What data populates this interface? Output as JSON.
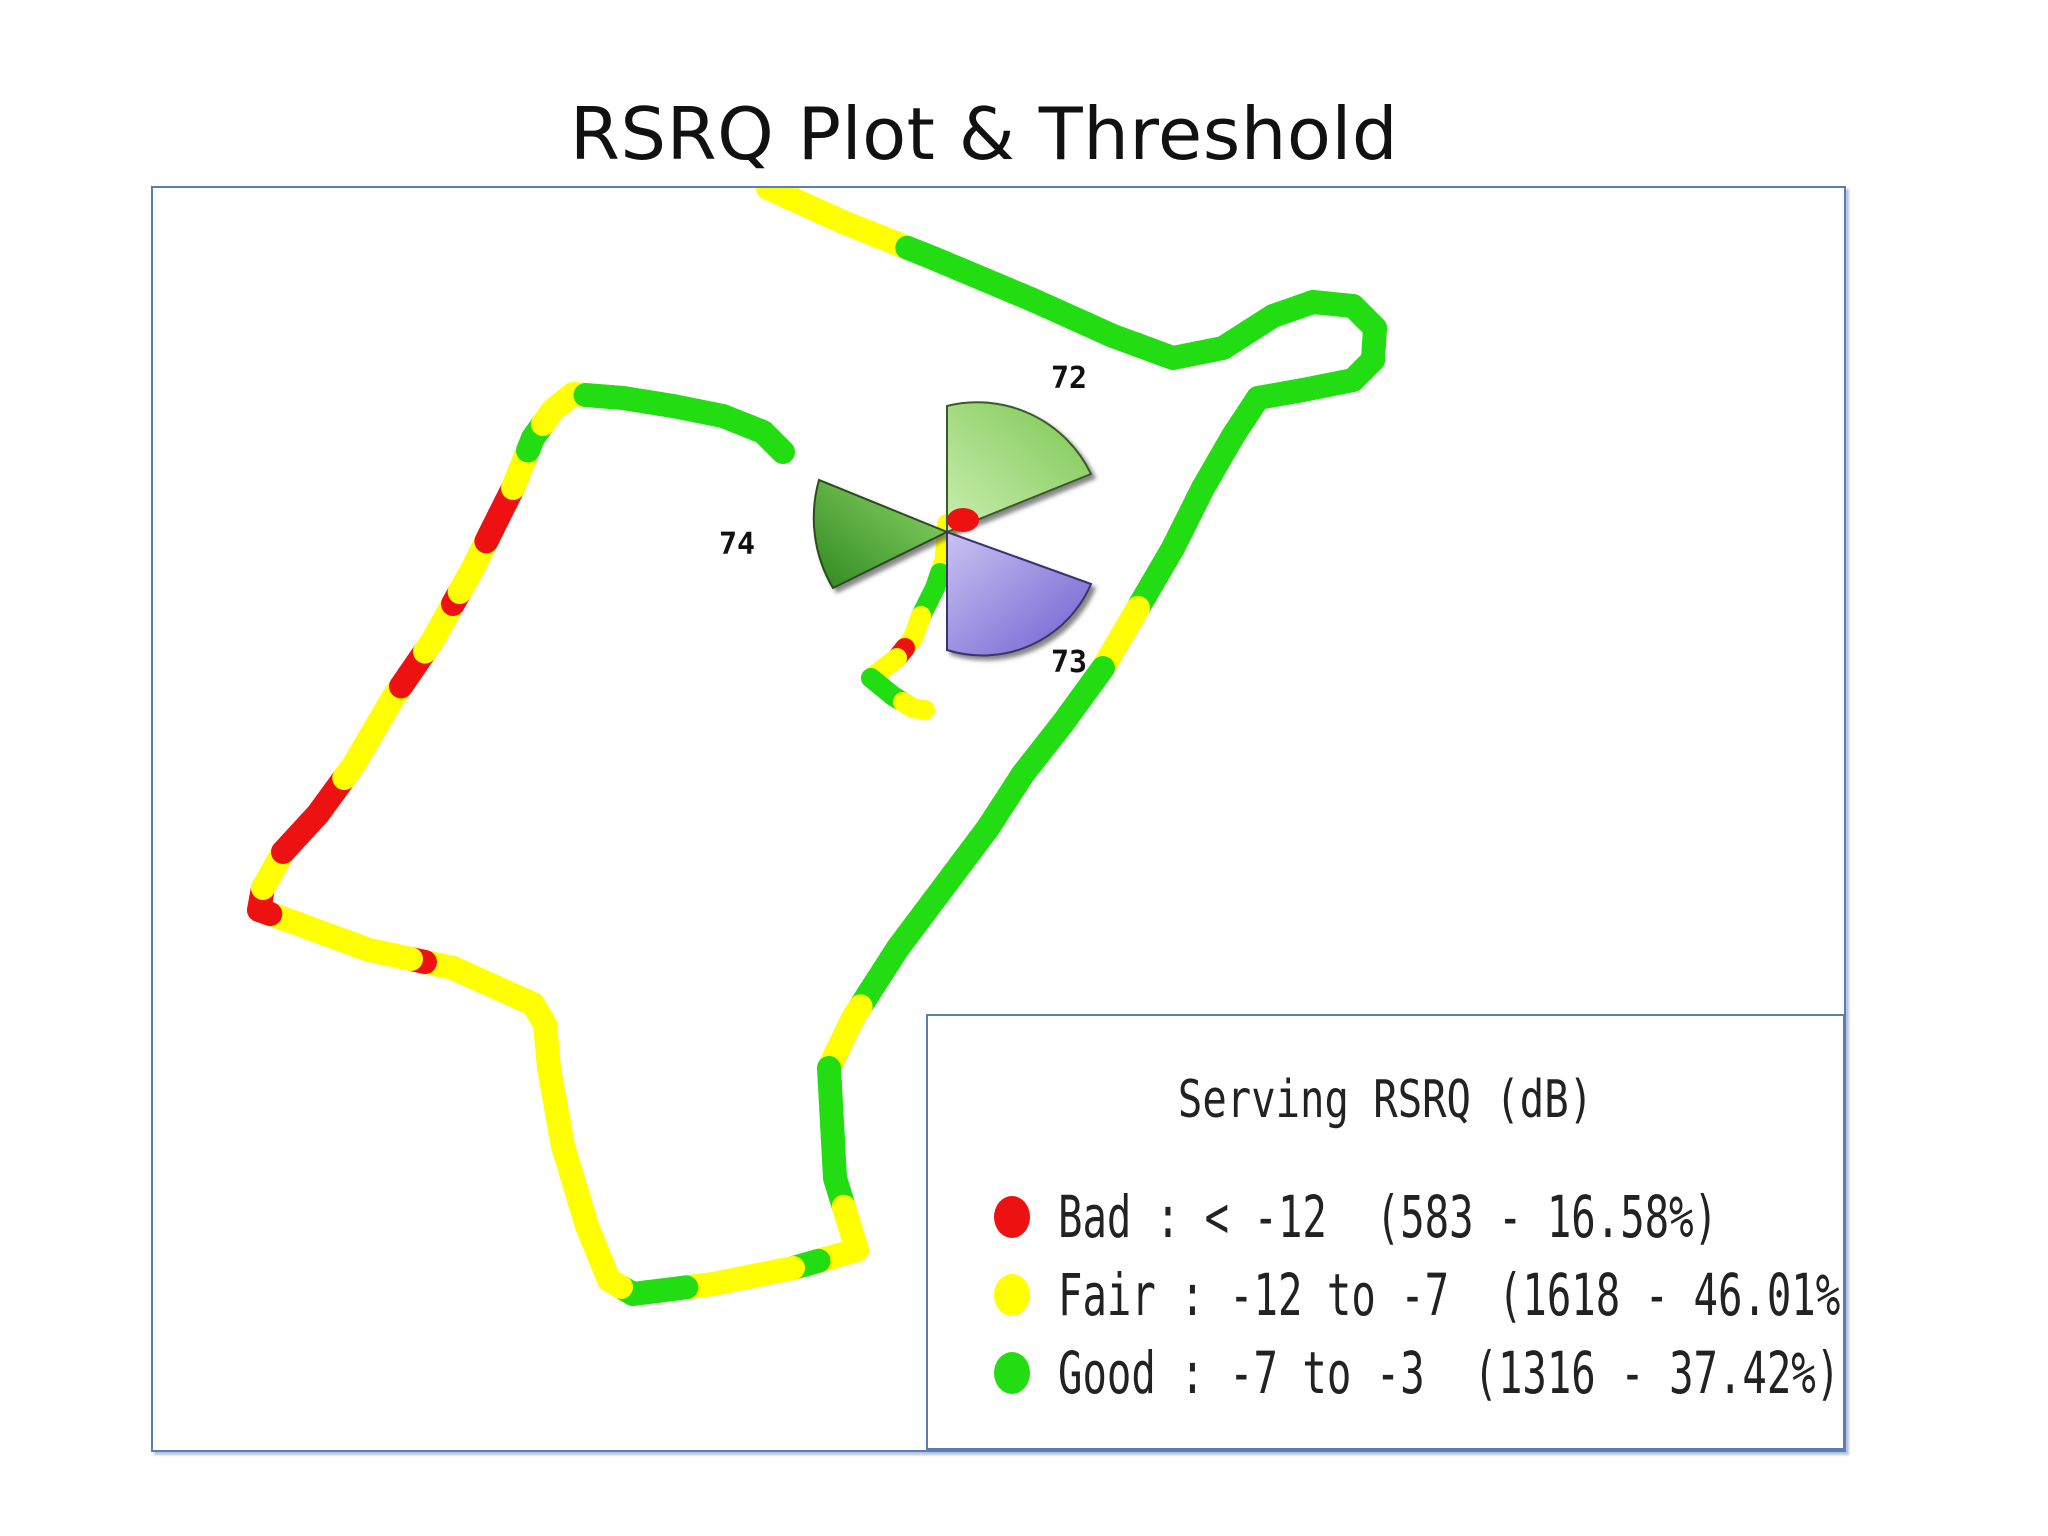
{
  "title": "RSRQ Plot & Threshold",
  "colors": {
    "bad": "#ee1111",
    "fair": "#ffff00",
    "good": "#22dd11",
    "frame": "#5a7db5",
    "sector_light_green": "#9bdc70",
    "sector_dark_green": "#4aa52e",
    "sector_purple": "#8f82dd"
  },
  "site": {
    "sectors": [
      {
        "label": "72",
        "color": "sector_light_green",
        "icon": "sector-wedge-icon"
      },
      {
        "label": "74",
        "color": "sector_dark_green",
        "icon": "sector-wedge-icon"
      },
      {
        "label": "73",
        "color": "sector_purple",
        "icon": "sector-wedge-icon"
      }
    ]
  },
  "legend": {
    "title": "Serving RSRQ (dB)",
    "items": [
      {
        "label": "Bad : < -12  (583 - 16.58%)",
        "color": "bad",
        "count": 583,
        "percent": 16.58
      },
      {
        "label": "Fair : -12 to -7  (1618 - 46.01%)",
        "color": "fair",
        "count": 1618,
        "percent": 46.01
      },
      {
        "label": "Good : -7 to -3  (1316 - 37.42%)",
        "color": "good",
        "count": 1316,
        "percent": 37.42
      }
    ]
  }
}
